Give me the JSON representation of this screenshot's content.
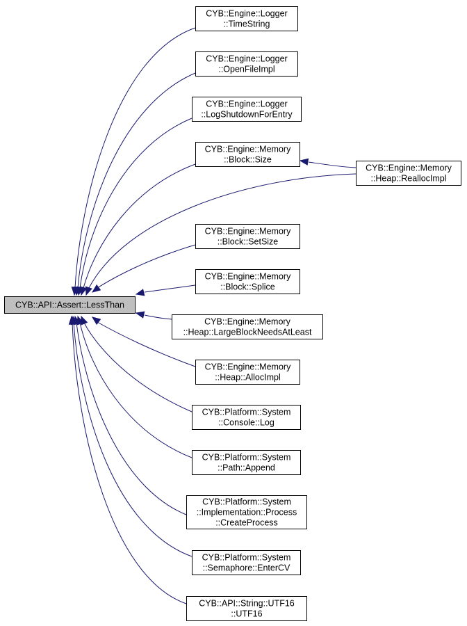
{
  "root": {
    "lines": [
      "CYB::API::Assert::LessThan"
    ]
  },
  "callers": [
    {
      "id": "timestring",
      "lines": [
        "CYB::Engine::Logger",
        "::TimeString"
      ]
    },
    {
      "id": "openfileimpl",
      "lines": [
        "CYB::Engine::Logger",
        "::OpenFileImpl"
      ]
    },
    {
      "id": "logshutdown",
      "lines": [
        "CYB::Engine::Logger",
        "::LogShutdownForEntry"
      ]
    },
    {
      "id": "block-size",
      "lines": [
        "CYB::Engine::Memory",
        "::Block::Size"
      ]
    },
    {
      "id": "heap-realloc",
      "lines": [
        "CYB::Engine::Memory",
        "::Heap::ReallocImpl"
      ]
    },
    {
      "id": "block-setsize",
      "lines": [
        "CYB::Engine::Memory",
        "::Block::SetSize"
      ]
    },
    {
      "id": "block-splice",
      "lines": [
        "CYB::Engine::Memory",
        "::Block::Splice"
      ]
    },
    {
      "id": "heap-largeblock",
      "lines": [
        "CYB::Engine::Memory",
        "::Heap::LargeBlockNeedsAtLeast"
      ]
    },
    {
      "id": "heap-alloc",
      "lines": [
        "CYB::Engine::Memory",
        "::Heap::AllocImpl"
      ]
    },
    {
      "id": "console-log",
      "lines": [
        "CYB::Platform::System",
        "::Console::Log"
      ]
    },
    {
      "id": "path-append",
      "lines": [
        "CYB::Platform::System",
        "::Path::Append"
      ]
    },
    {
      "id": "createprocess",
      "lines": [
        "CYB::Platform::System",
        "::Implementation::Process",
        "::CreateProcess"
      ]
    },
    {
      "id": "semaphore-entercv",
      "lines": [
        "CYB::Platform::System",
        "::Semaphore::EnterCV"
      ]
    },
    {
      "id": "utf16",
      "lines": [
        "CYB::API::String::UTF16",
        "::UTF16"
      ]
    }
  ]
}
